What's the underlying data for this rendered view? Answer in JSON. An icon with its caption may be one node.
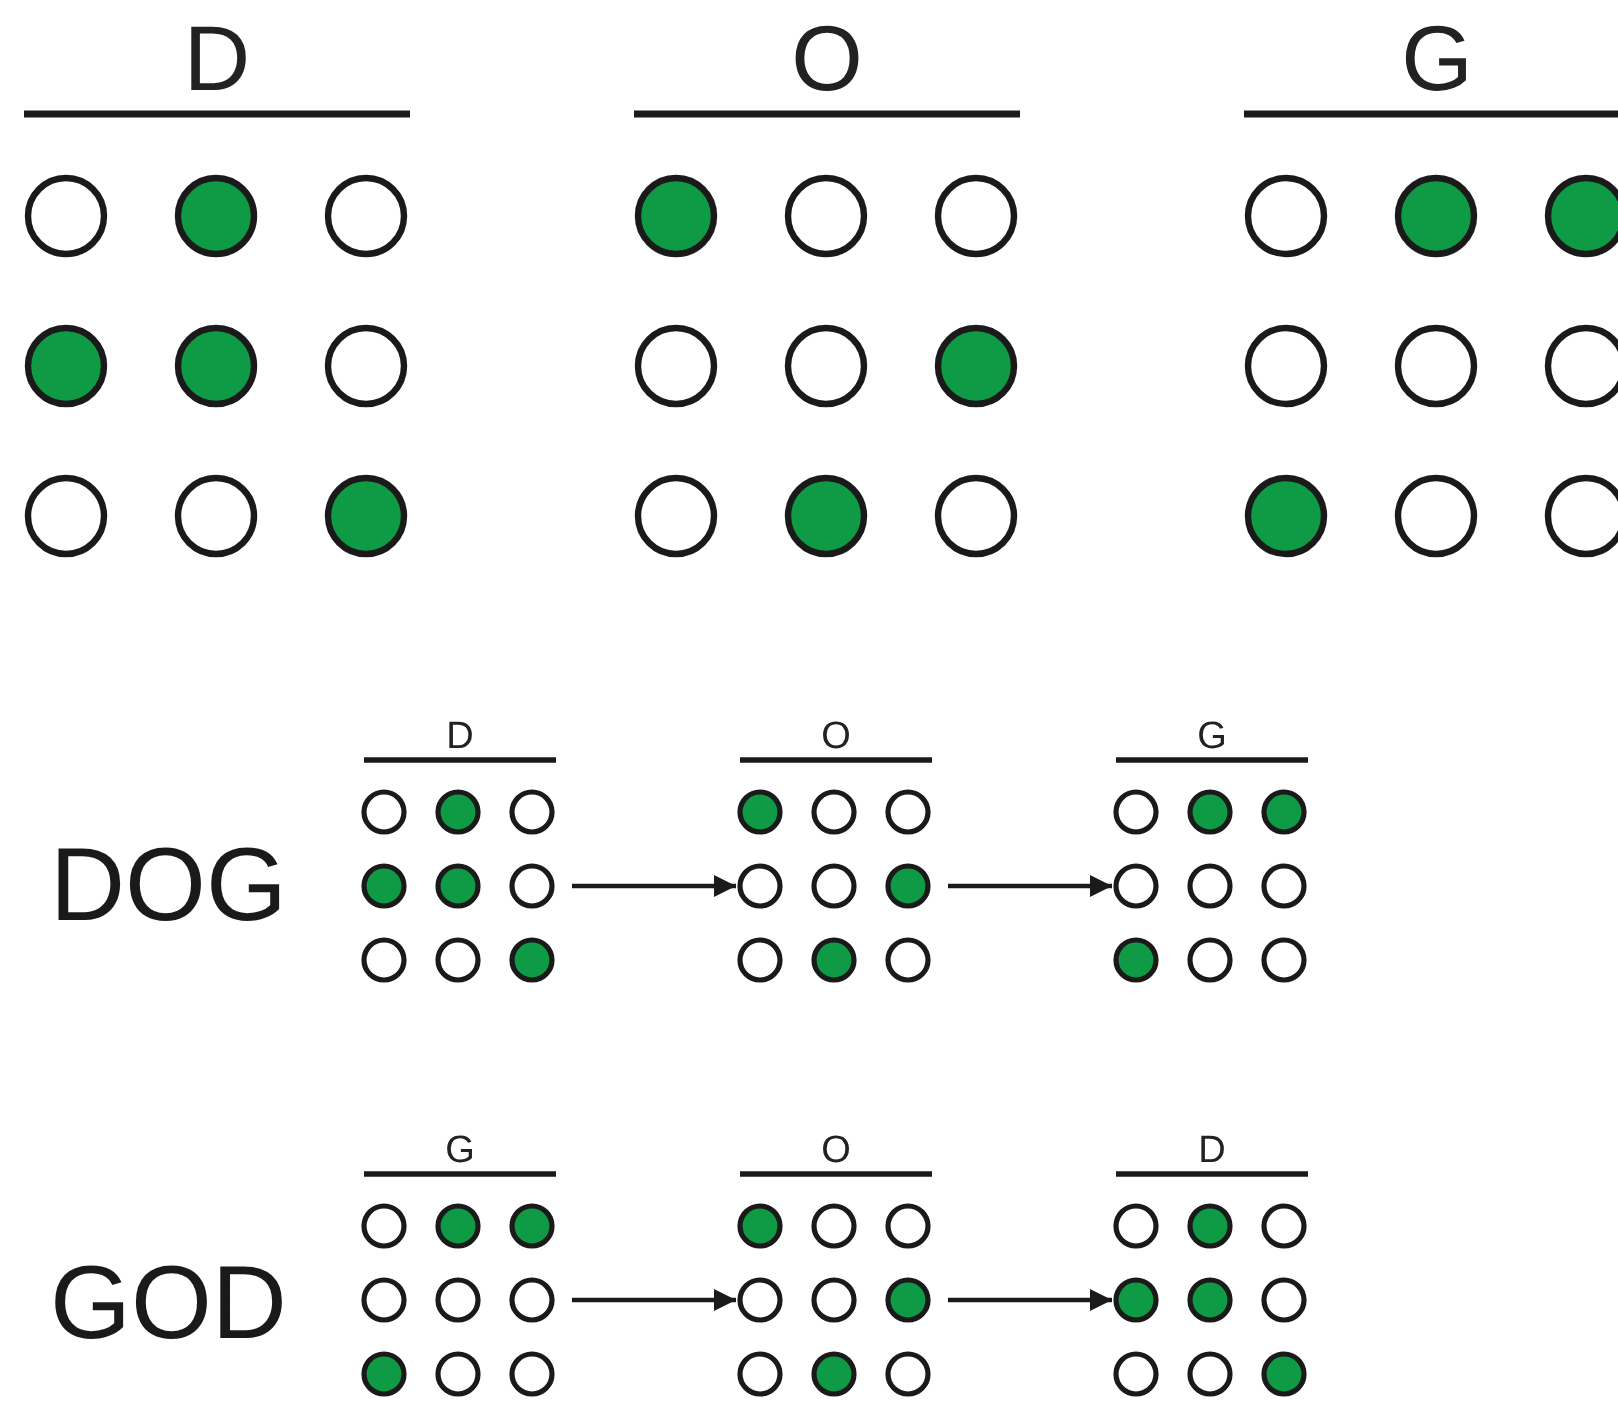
{
  "diagram": {
    "nodes": [
      {
        "text": [
          "D"
        ]
      },
      {
        "text": [
          "O"
        ]
      },
      {
        "text": [
          "G"
        ]
      },
      {
        "text": [
          "D"
        ]
      },
      {
        "text": [
          "O"
        ]
      },
      {
        "text": [
          "G"
        ]
      },
      {
        "text": [
          "G"
        ]
      },
      {
        "text": [
          "O"
        ]
      },
      {
        "text": [
          "D"
        ]
      }
    ],
    "edges": [
      {
        "from": 3,
        "to": 4,
        "arrow": "to"
      },
      {
        "from": 4,
        "to": 5,
        "arrow": "to"
      },
      {
        "from": 6,
        "to": 7,
        "arrow": "to"
      },
      {
        "from": 7,
        "to": 8,
        "arrow": "to"
      }
    ],
    "labels": [
      "DOG",
      "GOD"
    ]
  }
}
